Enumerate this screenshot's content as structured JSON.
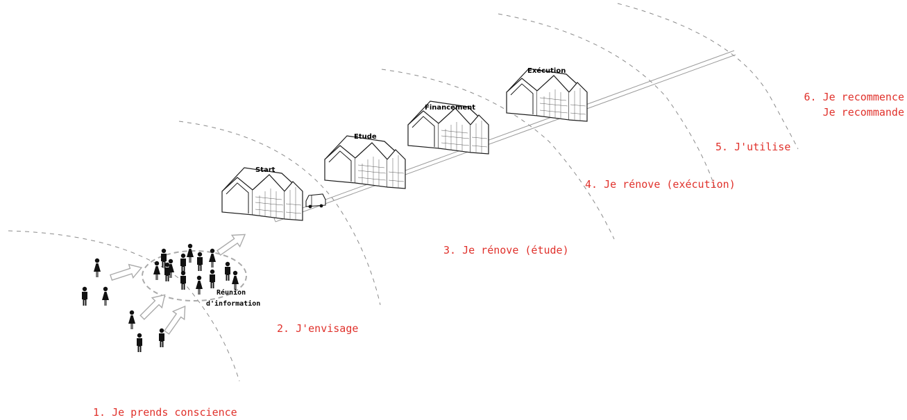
{
  "colors": {
    "stage_label": "#e0312b",
    "line": "#1a1a1a",
    "arc": "#8a8a8a",
    "road": "#9a9a9a"
  },
  "stages": [
    {
      "label": "1. Je prends conscience"
    },
    {
      "label": "2. J'envisage"
    },
    {
      "label": "3. Je rénove (étude)"
    },
    {
      "label": "4. Je rénove (exécution)"
    },
    {
      "label": "5. J'utilise"
    },
    {
      "label": "6. Je recommence",
      "label2": "Je recommande"
    }
  ],
  "houses": [
    {
      "label": "Start"
    },
    {
      "label": "Etude"
    },
    {
      "label": "Financement"
    },
    {
      "label": "Exécution"
    }
  ],
  "meeting": {
    "line1": "Réunion",
    "line2": "d'information"
  },
  "icons": [
    "person-icon",
    "arrow-icon",
    "house-icon",
    "car-icon"
  ]
}
